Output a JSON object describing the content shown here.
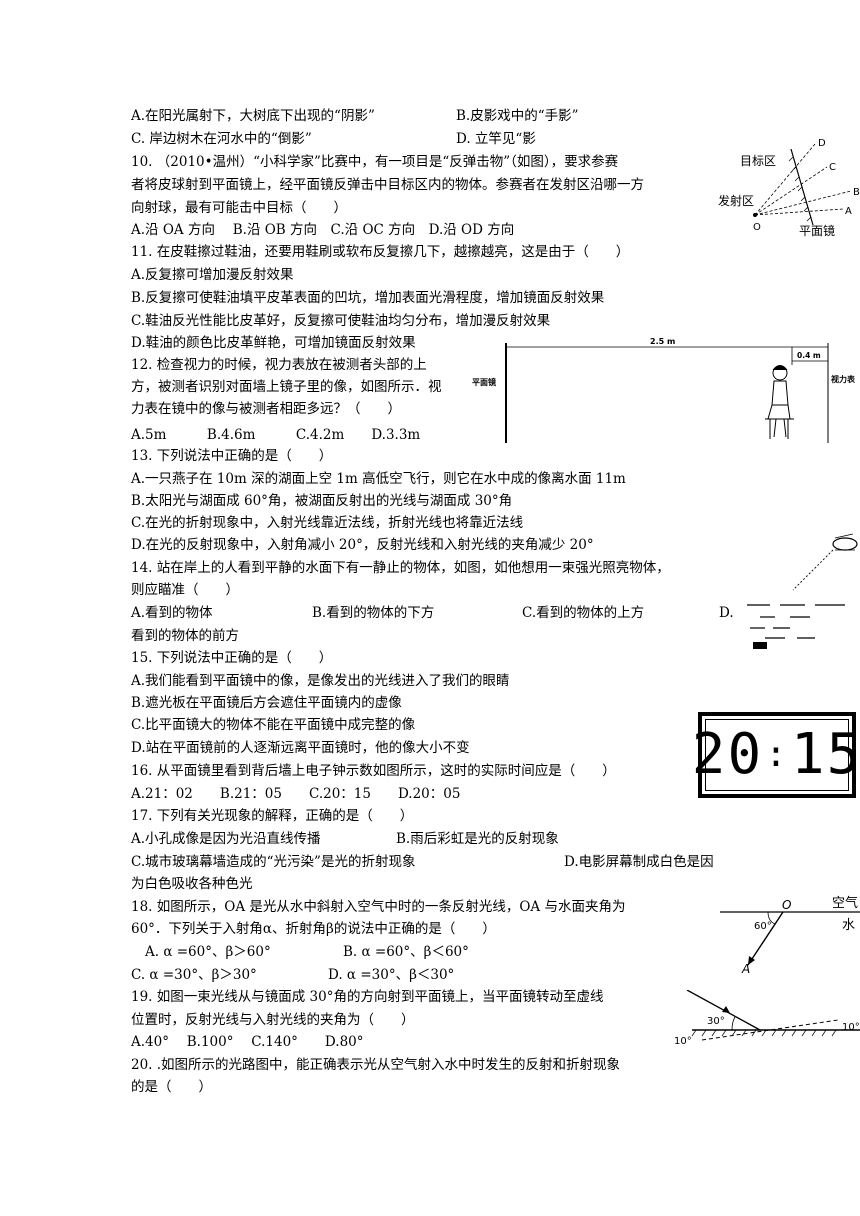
{
  "lines": [
    {
      "id": "l1",
      "text": "A.在阳光属射下，大树底下出现的“阴影”"
    },
    {
      "id": "l1b",
      "text": "B.皮影戏中的“手影”"
    },
    {
      "id": "l2",
      "text": "C. 岸边树木在河水中的“倒影”"
    },
    {
      "id": "l2b",
      "text": "D. 立竿见“影"
    },
    {
      "id": "q10a",
      "text": "10. （2010•温州）“小科学家”比赛中，有一项目是“反弹击物”（如图），要求参赛"
    },
    {
      "id": "q10b",
      "text": "者将皮球射到平面镜上，经平面镜反弹击中目标区内的物体。参赛者在发射区沿哪一方"
    },
    {
      "id": "q10c",
      "text": "向射球，最有可能击中目标（　　）"
    },
    {
      "id": "q10d",
      "text": "A.沿 OA 方向　 B.沿 OB 方向　C.沿 OC 方向　D.沿 OD 方向"
    },
    {
      "id": "q11",
      "text": "11. 在皮鞋擦过鞋油，还要用鞋刷或软布反复擦几下，越擦越亮，这是由于（　　）"
    },
    {
      "id": "q11a",
      "text": "A.反复擦可增加漫反射效果"
    },
    {
      "id": "q11b",
      "text": "B.反复擦可使鞋油填平皮革表面的凹坑，增加表面光滑程度，增加镜面反射效果"
    },
    {
      "id": "q11c",
      "text": "C.鞋油反光性能比皮革好，反复擦可使鞋油均匀分布，增加漫反射效果"
    },
    {
      "id": "q11d",
      "text": "D.鞋油的颜色比皮革鲜艳，可增加镜面反射效果"
    },
    {
      "id": "q12a",
      "text": "12. 检查视力的时候，视力表放在被测者头部的上"
    },
    {
      "id": "q12b",
      "text": "方，被测者识别对面墙上镜子里的像，如图所示．视"
    },
    {
      "id": "q12c",
      "text": "力表在镜中的像与被测者相距多远？（　　）"
    },
    {
      "id": "q12d",
      "text": "A.5m　　　B.4.6m　　　C.4.2m　　D.3.3m"
    },
    {
      "id": "q13",
      "text": "13. 下列说法中正确的是（　　）"
    },
    {
      "id": "q13a",
      "text": "A.一只燕子在 10m 深的湖面上空 1m 高低空飞行，则它在水中成的像离水面 11m"
    },
    {
      "id": "q13b",
      "text": "B.太阳光与湖面成 60°角，被湖面反射出的光线与湖面成 30°角"
    },
    {
      "id": "q13c",
      "text": "C.在光的折射现象中，入射光线靠近法线，折射光线也将靠近法线"
    },
    {
      "id": "q13d",
      "text": "D.在光的反射现象中，入射角减小 20°，反射光线和入射光线的夹角减少 20°"
    },
    {
      "id": "q14a",
      "text": "14. 站在岸上的人看到平静的水面下有一静止的物体，如图，如他想用一束强光照亮物体，"
    },
    {
      "id": "q14b",
      "text": "则应瞄准（　　）"
    },
    {
      "id": "q14c1",
      "text": "A.看到的物体"
    },
    {
      "id": "q14c2",
      "text": "B.看到的物体的下方"
    },
    {
      "id": "q14c3",
      "text": "C.看到的物体的上方"
    },
    {
      "id": "q14c4",
      "text": "D."
    },
    {
      "id": "q14d",
      "text": "看到的物体的前方"
    },
    {
      "id": "q15",
      "text": "15. 下列说法中正确的是（　　）"
    },
    {
      "id": "q15a",
      "text": "A.我们能看到平面镜中的像，是像发出的光线进入了我们的眼睛"
    },
    {
      "id": "q15b",
      "text": "B.遮光板在平面镜后方会遮住平面镜内的虚像"
    },
    {
      "id": "q15c",
      "text": "C.比平面镜大的物体不能在平面镜中成完整的像"
    },
    {
      "id": "q15d",
      "text": "D.站在平面镜前的人逐渐远离平面镜时，他的像大小不变"
    },
    {
      "id": "q16",
      "text": "16. 从平面镜里看到背后墙上电子钟示数如图所示，这时的实际时间应是（　　）"
    },
    {
      "id": "q16a",
      "text": "A.21：02　　B.21：05　　C.20：15　　D.20：05"
    },
    {
      "id": "q17",
      "text": "17. 下列有关光现象的解释，正确的是（　　）"
    },
    {
      "id": "q17a1",
      "text": "A.小孔成像是因为光沿直线传播"
    },
    {
      "id": "q17a2",
      "text": "B.雨后彩虹是光的反射现象"
    },
    {
      "id": "q17b1",
      "text": "C.城市玻璃幕墙造成的“光污染”是光的折射现象"
    },
    {
      "id": "q17b2",
      "text": "D.电影屏幕制成白色是因"
    },
    {
      "id": "q17c",
      "text": "为白色吸收各种色光"
    },
    {
      "id": "q18a",
      "text": "18. 如图所示，OA 是光从水中斜射入空气中时的一条反射光线，OA 与水面夹角为"
    },
    {
      "id": "q18b",
      "text": "60°．下列关于入射角α、折射角β的说法中正确的是（　　）"
    },
    {
      "id": "q18c1",
      "text": "A. α =60°、β＞60°"
    },
    {
      "id": "q18c2",
      "text": "B. α =60°、β＜60°"
    },
    {
      "id": "q18d1",
      "text": "C. α =30°、β＞30°"
    },
    {
      "id": "q18d2",
      "text": "D. α =30°、β＜30°"
    },
    {
      "id": "q19a",
      "text": "19. 如图一束光线从与镜面成 30°角的方向射到平面镜上，当平面镜转动至虚线"
    },
    {
      "id": "q19b",
      "text": "位置时，反射光线与入射光线的夹角为（　　）"
    },
    {
      "id": "q19c",
      "text": "A.40°　 B.100°　 C.140°　　D.80°"
    },
    {
      "id": "q20a",
      "text": "20. .如图所示的光路图中，能正确表示光从空气射入水中时发生的反射和折射现象"
    },
    {
      "id": "q20b",
      "text": "的是（　　）"
    }
  ],
  "fig10": {
    "target": "目标区",
    "launch": "发射区",
    "mirror": "平面镜",
    "o": "O",
    "a": "A",
    "b": "B",
    "c": "C",
    "d": "D"
  },
  "fig12": {
    "dist": "2.5 m",
    "small": "0.4 m",
    "mirror": "平面镜",
    "chart": "视力表"
  },
  "fig16": {
    "d1": "2",
    "d2": "0",
    "d3": "1",
    "d4": "5"
  },
  "fig18": {
    "air": "空气",
    "water": "水",
    "o": "O",
    "a": "A",
    "angle": "60°"
  },
  "fig19": {
    "a1": "30°",
    "a2": "10°",
    "a3": "10°"
  }
}
